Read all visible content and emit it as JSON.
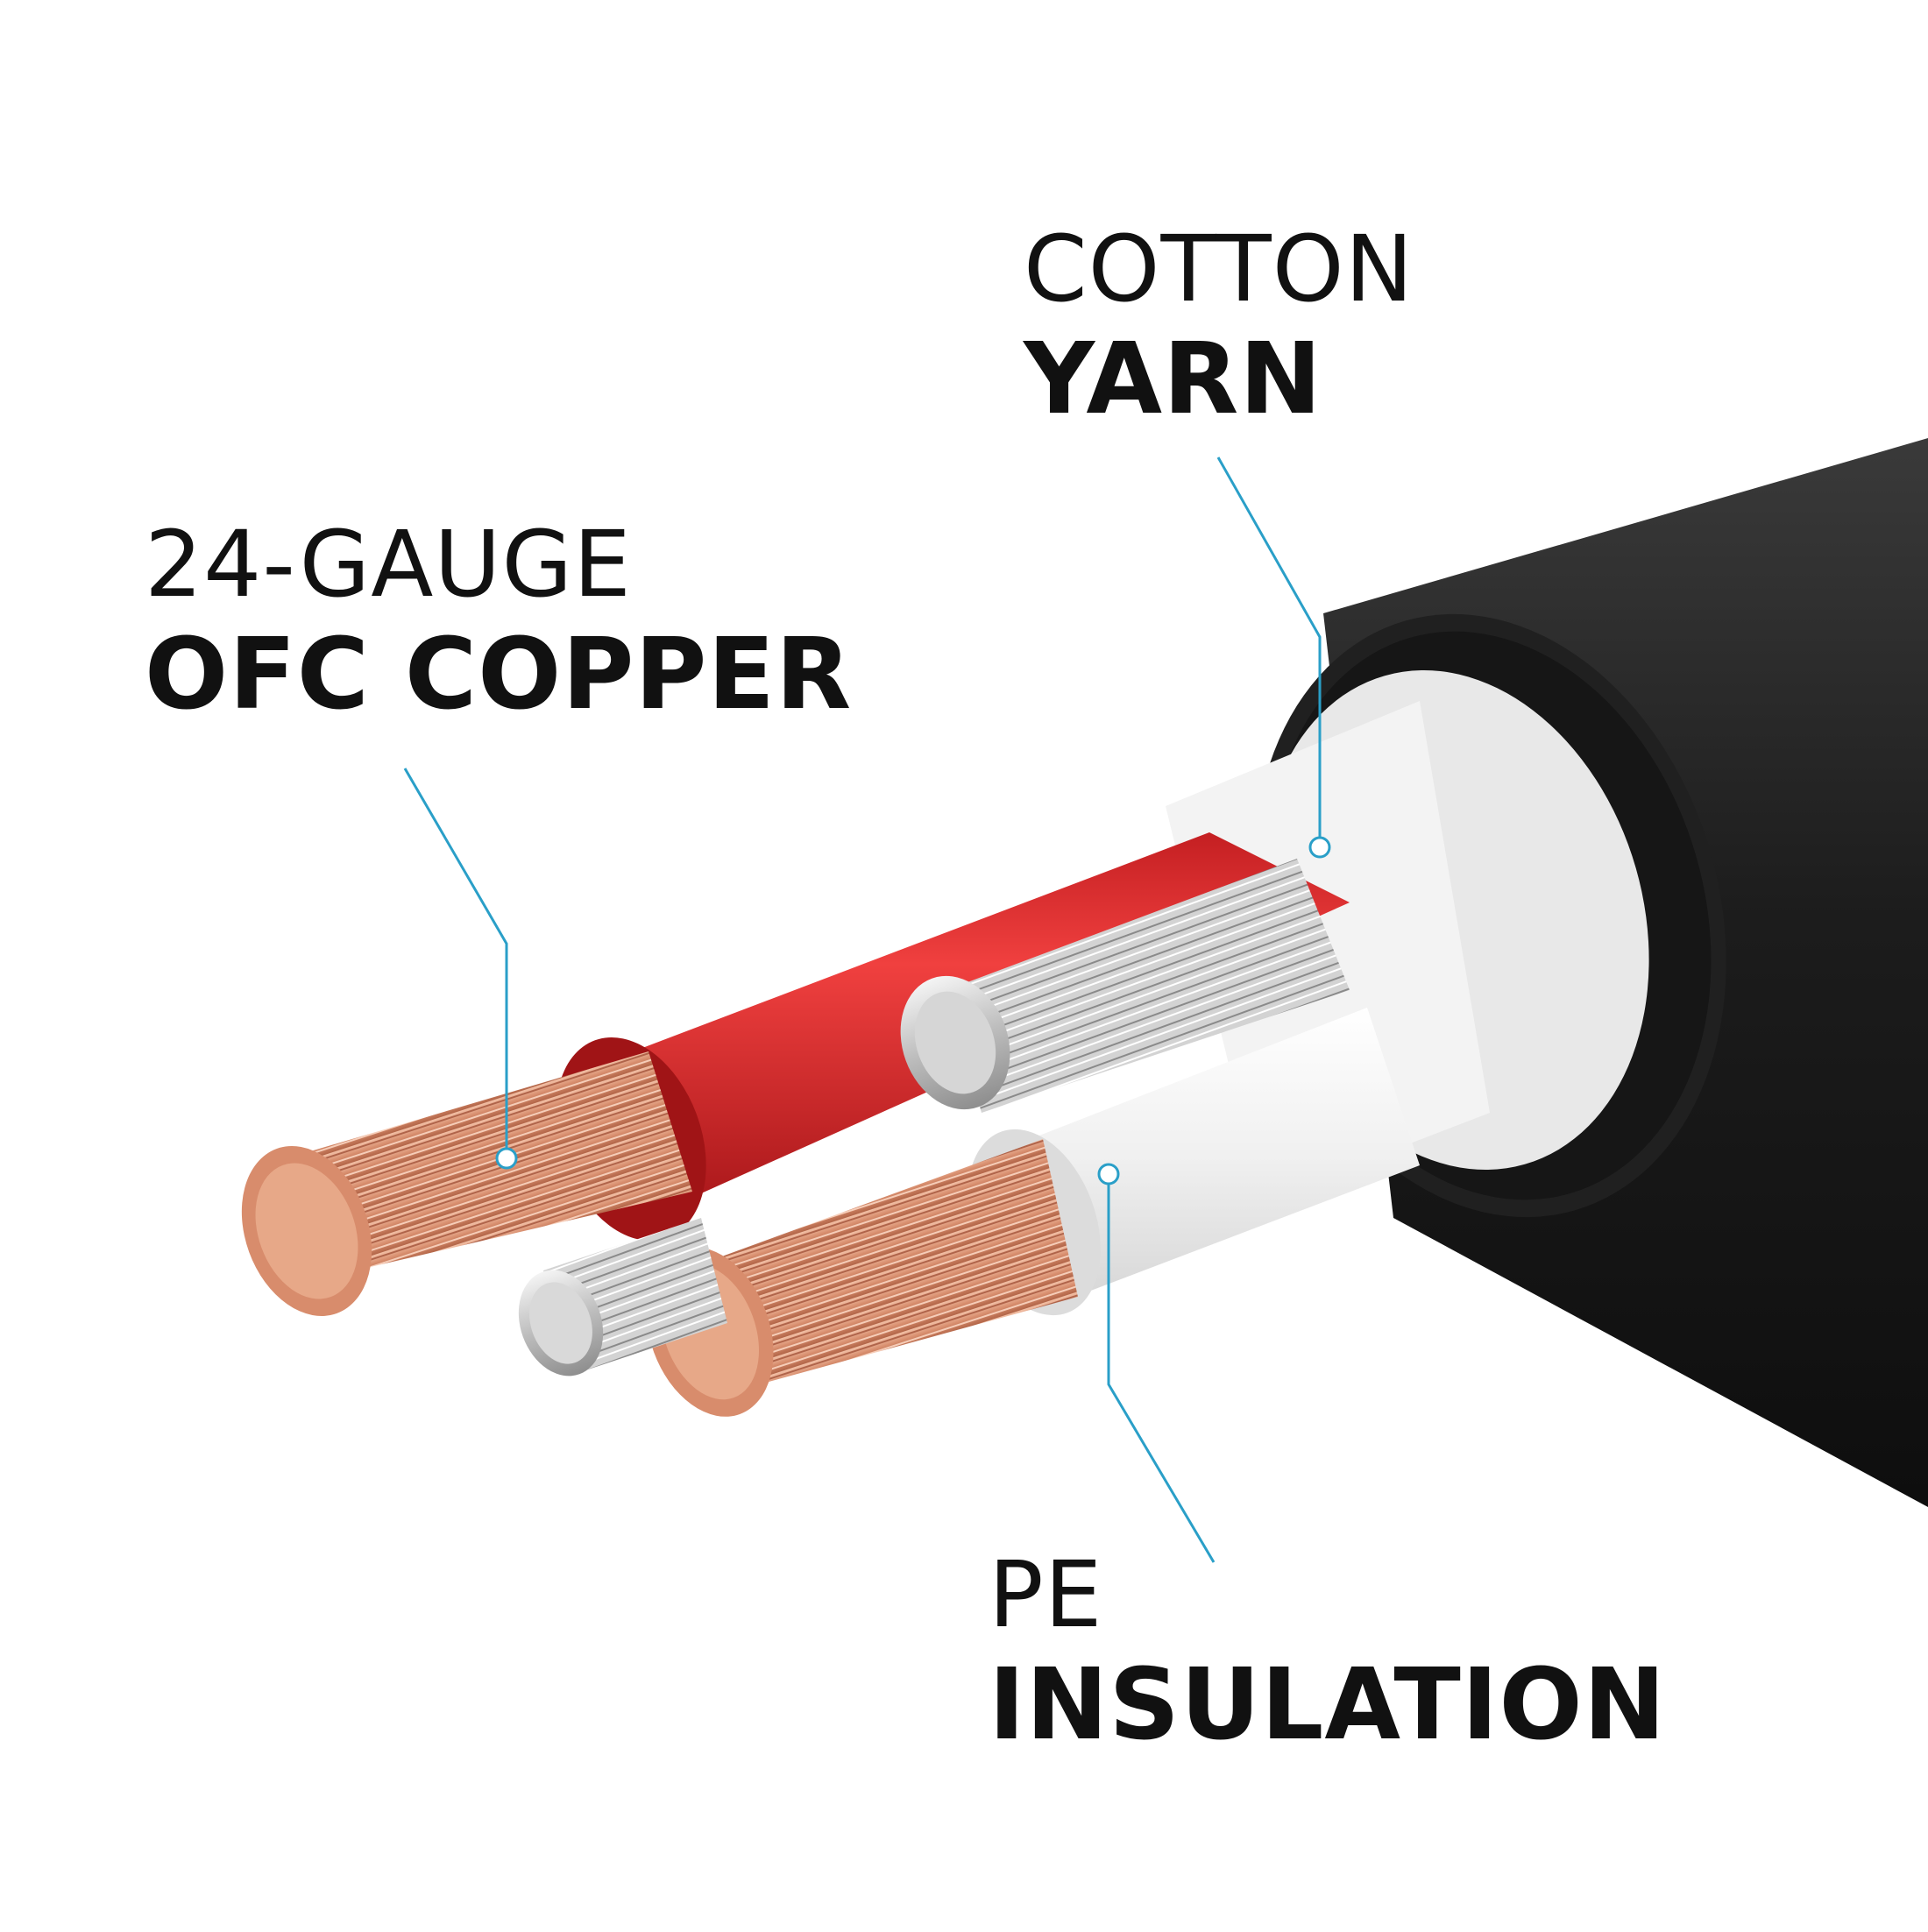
{
  "labels": {
    "copper": {
      "line1": "24-GAUGE",
      "line2": "OFC COPPER"
    },
    "yarn": {
      "line1": "COTTON",
      "line2": "YARN"
    },
    "pe": {
      "line1": "PE",
      "line2": "INSULATION"
    }
  },
  "colors": {
    "background": "#ffffff",
    "callout_line": "#2a9fc8",
    "jacket": "#1e1e1e",
    "red_insulation": "#e53a3a",
    "white_insulation": "#f1f1f1",
    "copper": "#d99478",
    "silver": "#c9c9c9"
  }
}
